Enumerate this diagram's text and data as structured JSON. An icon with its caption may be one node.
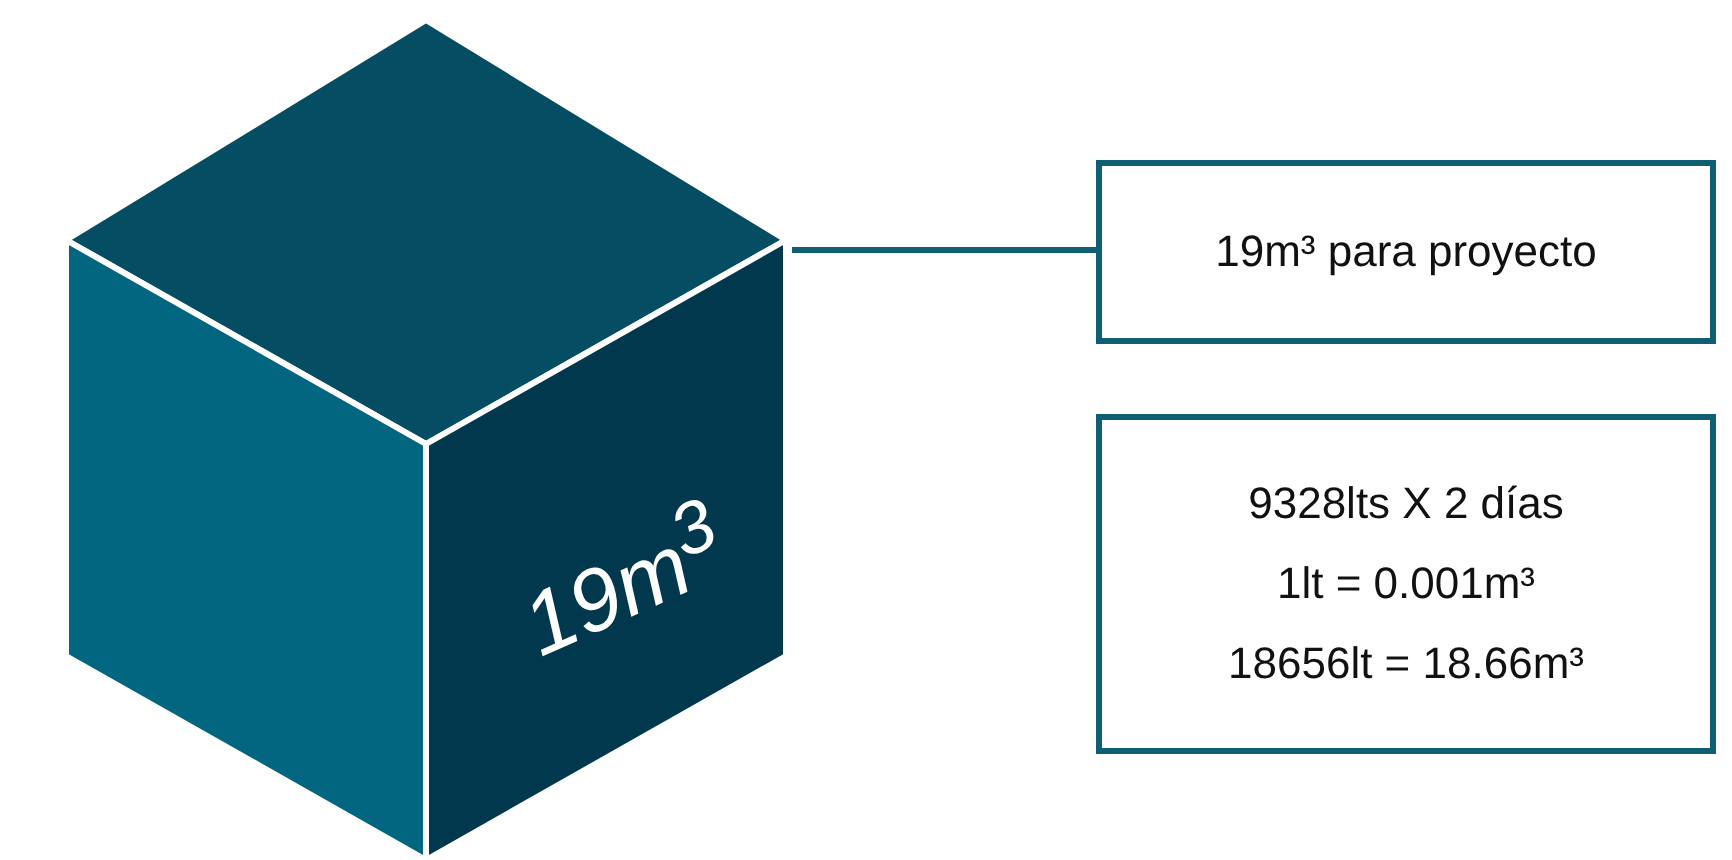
{
  "diagram": {
    "nodes": [
      {
        "text": [
          "19m$^{3}$"
        ]
      },
      {
        "text": [
          "19m³ para proyecto"
        ]
      },
      {
        "text": [
          "9328lts X 2 días",
          "1lt = 0.001m³",
          "18656lt = 18.66m³"
        ]
      }
    ],
    "edges": [
      {
        "from": 0,
        "to": 1,
        "arrow": "none"
      }
    ]
  }
}
